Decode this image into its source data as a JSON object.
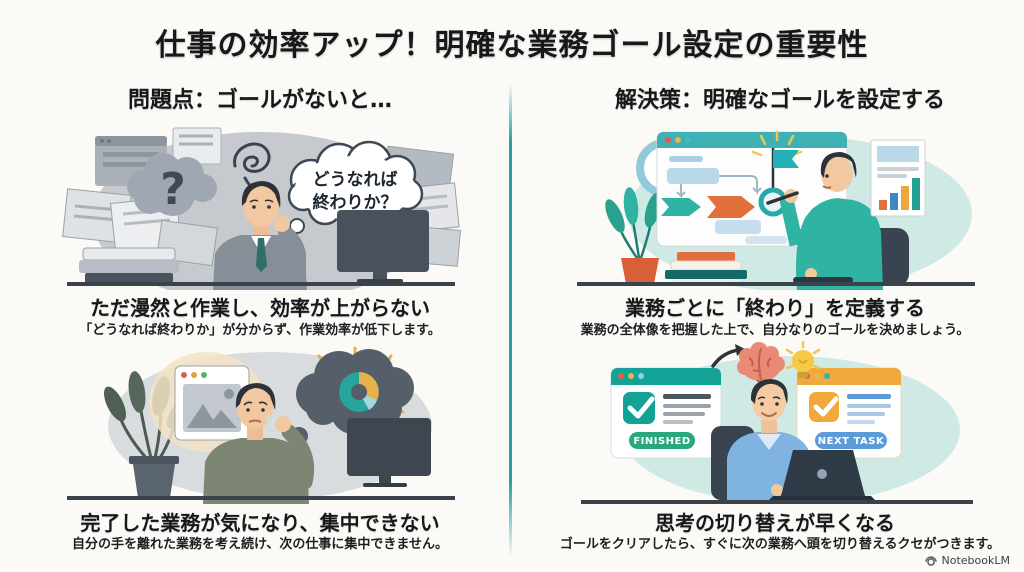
{
  "page": {
    "title": "仕事の効率アップ！明確な業務ゴール設定の重要性",
    "brand": "NotebookLM"
  },
  "left": {
    "header": "問題点：ゴールがないと…",
    "panel1": {
      "bubble_line1": "どうなれば",
      "bubble_line2": "終わりか？",
      "question_mark": "?",
      "caption": "ただ漫然と作業し、効率が上がらない",
      "subcaption": "「どうなれば終わりか」が分からず、作業効率が低下します。"
    },
    "panel2": {
      "caption": "完了した業務が気になり、集中できない",
      "subcaption": "自分の手を離れた業務を考え続け、次の仕事に集中できません。"
    }
  },
  "right": {
    "header": "解決策：明確なゴールを設定する",
    "panel1": {
      "caption": "業務ごとに「終わり」を定義する",
      "subcaption": "業務の全体像を把握した上で、自分なりのゴールを決めましょう。"
    },
    "panel2": {
      "finished_label": "FINISHED",
      "next_task_label": "NEXT TASK",
      "caption": "思考の切り替えが早くなる",
      "subcaption": "ゴールをクリアしたら、すぐに次の業務へ頭を切り替えるクセがつきます。"
    }
  },
  "colors": {
    "background": "#fbfaf7",
    "divider_teal": "#2aa0a2",
    "finished_header_teal": "#12a296",
    "finished_pill_green": "#27a87f",
    "next_task_header_orange": "#f2a93b",
    "next_task_pill_blue": "#5b9bd8",
    "accent_teal": "#2fb3a2",
    "accent_orange": "#e2703d",
    "text": "#17181a"
  }
}
